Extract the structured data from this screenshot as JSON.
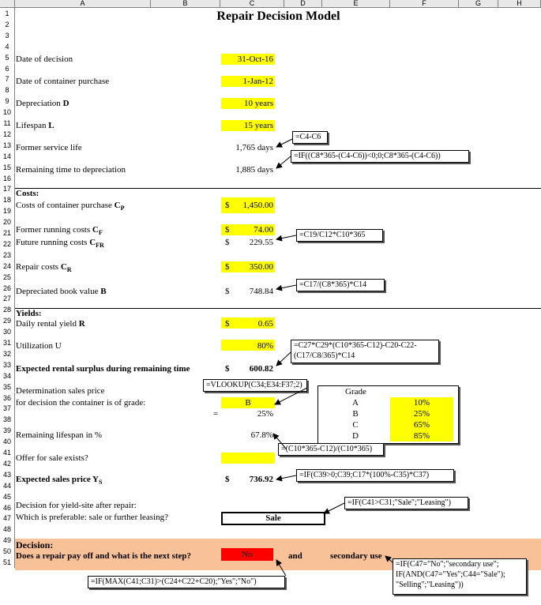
{
  "columns": [
    "A",
    "B",
    "C",
    "D",
    "E",
    "F",
    "G",
    "H"
  ],
  "rows": [
    "1",
    "2",
    "3",
    "4",
    "5",
    "6",
    "7",
    "8",
    "9",
    "10",
    "11",
    "12",
    "13",
    "14",
    "15",
    "16",
    "17",
    "18",
    "19",
    "20",
    "21",
    "22",
    "23",
    "24",
    "25",
    "26",
    "27",
    "28",
    "29",
    "30",
    "31",
    "32",
    "33",
    "34",
    "35",
    "36",
    "37",
    "38",
    "39",
    "40",
    "41",
    "42",
    "43",
    "44",
    "45",
    "46",
    "47",
    "48",
    "49",
    "50",
    "51"
  ],
  "title": "Repair Decision Model",
  "labels": {
    "r4": "Date of decision",
    "r6": "Date of container purchase",
    "r8": "Depreciation",
    "r8b": "D",
    "r10": "Lifespan",
    "r10b": "L",
    "r12": "Former service life",
    "r14": "Remaining time to depreciation",
    "r16": "Costs:",
    "r17": "Costs of container purchase",
    "r17b": "C",
    "r17s": "P",
    "r19": "Former running costs",
    "r19b": "C",
    "r19s": "F",
    "r20": "Future running costs",
    "r20b": "C",
    "r20s": "FR",
    "r22": "Repair costs",
    "r22b": "C",
    "r22s": "R",
    "r24": "Depreciated book value",
    "r24b": "B",
    "r26": "Yields:",
    "r27": "Daily rental yield",
    "r27b": "R",
    "r29": "Utilization U",
    "r31": "Expected rental surplus during remaining time",
    "r33": "Determination sales price",
    "r34": "for decision the container is of grade:",
    "r35eq": "=",
    "r37": "Remaining lifespan in %",
    "r39": "Offer for sale exists?",
    "r41": "Expected sales price",
    "r41b": "Y",
    "r41s": "S",
    "r43": "Decision for yield-site after repair:",
    "r44": "Which is preferable: sale or further leasing?",
    "r46": "Decision:",
    "r47": "Does a repair pay off and what is the next step?",
    "and": "and",
    "secondary": "secondary use"
  },
  "values": {
    "c4": "31-Oct-16",
    "c6": "1-Jan-12",
    "c8": "10 years",
    "c10": "15 years",
    "c12": "1,765 days",
    "c14": "1,885 days",
    "c17cur": "$",
    "c17": "1,450.00",
    "c19cur": "$",
    "c19": "74.00",
    "c20cur": "$",
    "c20": "229.55",
    "c22cur": "$",
    "c22": "350.00",
    "c24cur": "$",
    "c24": "748.84",
    "c27cur": "$",
    "c27": "0.65",
    "c29": "80%",
    "c31cur": "$",
    "c31": "600.82",
    "c34": "B",
    "c35": "25%",
    "c37": "67.8%",
    "c41cur": "$",
    "c41": "736.92",
    "c44": "Sale",
    "c47": "No"
  },
  "grade_table": {
    "header": "Grade",
    "rows": [
      {
        "grade": "A",
        "pct": "10%"
      },
      {
        "grade": "B",
        "pct": "25%"
      },
      {
        "grade": "C",
        "pct": "65%"
      },
      {
        "grade": "D",
        "pct": "85%"
      }
    ]
  },
  "formulas": {
    "f12": "=C4-C6",
    "f14": "=IF((C8*365-(C4-C6))<0;0;C8*365-(C4-C6))",
    "f20": "=C19/C12*C10*365",
    "f24": "=C17/(C8*365)*C14",
    "f31_line1": "=C27*C29*(C10*365-C12)-C20-C22-",
    "f31_line2": "(C17/C8/365)*C14",
    "f34": "=VLOOKUP(C34;E34:F37;2)",
    "f37": "=(C10*365-C12)/(C10*365)",
    "f41": "=IF(C39>0;C39;C17*(100%-C35)*C37)",
    "f44": "=IF(C41>C31;\"Sale\";\"Leasing\")",
    "f47": "=IF(MAX(C41;C31)>(C24+C22+C20);\"Yes\";\"No\")",
    "f48_line1": "=IF(C47=\"No\";\"secondary use\";",
    "f48_line2": "IF(AND(C47=\"Yes\";C44=\"Sale\");",
    "f48_line3": "\"Selling\";\"Leasing\"))"
  },
  "colors": {
    "input_highlight": "#ffff00",
    "decision_band": "#f9c197",
    "no_cell": "#ff0000"
  }
}
